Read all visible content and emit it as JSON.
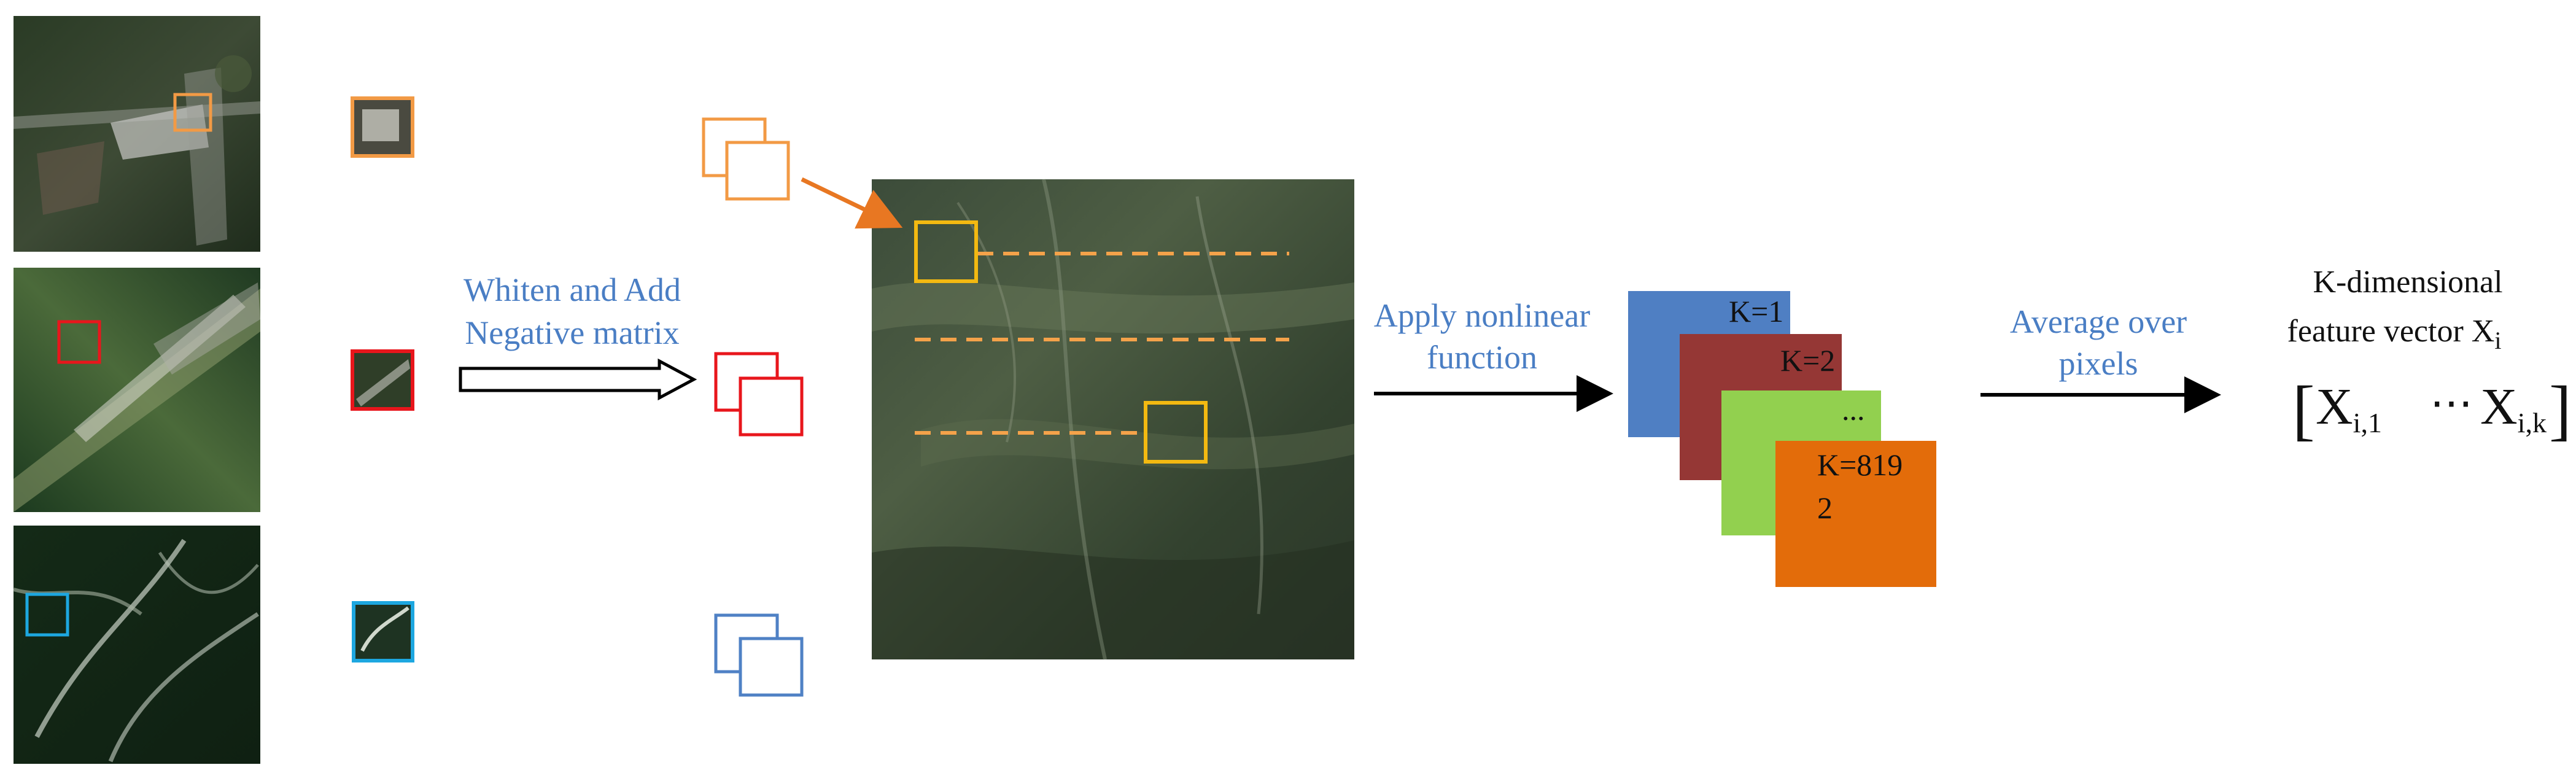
{
  "colors": {
    "orange": "#f29a45",
    "red": "#e8161c",
    "cyan": "#1da7e0",
    "blue": "#4f81c5",
    "yellow": "#f3b911",
    "dash": "#f4a24a",
    "map_blue": "#4f7fc3",
    "map_red": "#953735",
    "map_green": "#92d04f",
    "map_orange": "#e36c0a",
    "label_blue": "#4a7ec4"
  },
  "labels": {
    "whiten_line1": "Whiten and Add",
    "whiten_line2": "Negative matrix",
    "apply_line1": "Apply nonlinear",
    "apply_line2": "function",
    "average_line1": "Average over",
    "average_line2": "pixels",
    "kdim_line1": "K-dimensional",
    "kdim_line2": "feature vector X",
    "kdim_sub": "i",
    "vector_open": "[",
    "vector_x1": "X",
    "vector_sub1": "i,1",
    "vector_dots": "⋯",
    "vector_x2": "X",
    "vector_sub2": "i,k",
    "vector_close": "]"
  },
  "feature_maps": {
    "k1": "K=1",
    "k2": "K=2",
    "dots": "...",
    "k_last_line1": "K=819",
    "k_last_line2": "2"
  }
}
